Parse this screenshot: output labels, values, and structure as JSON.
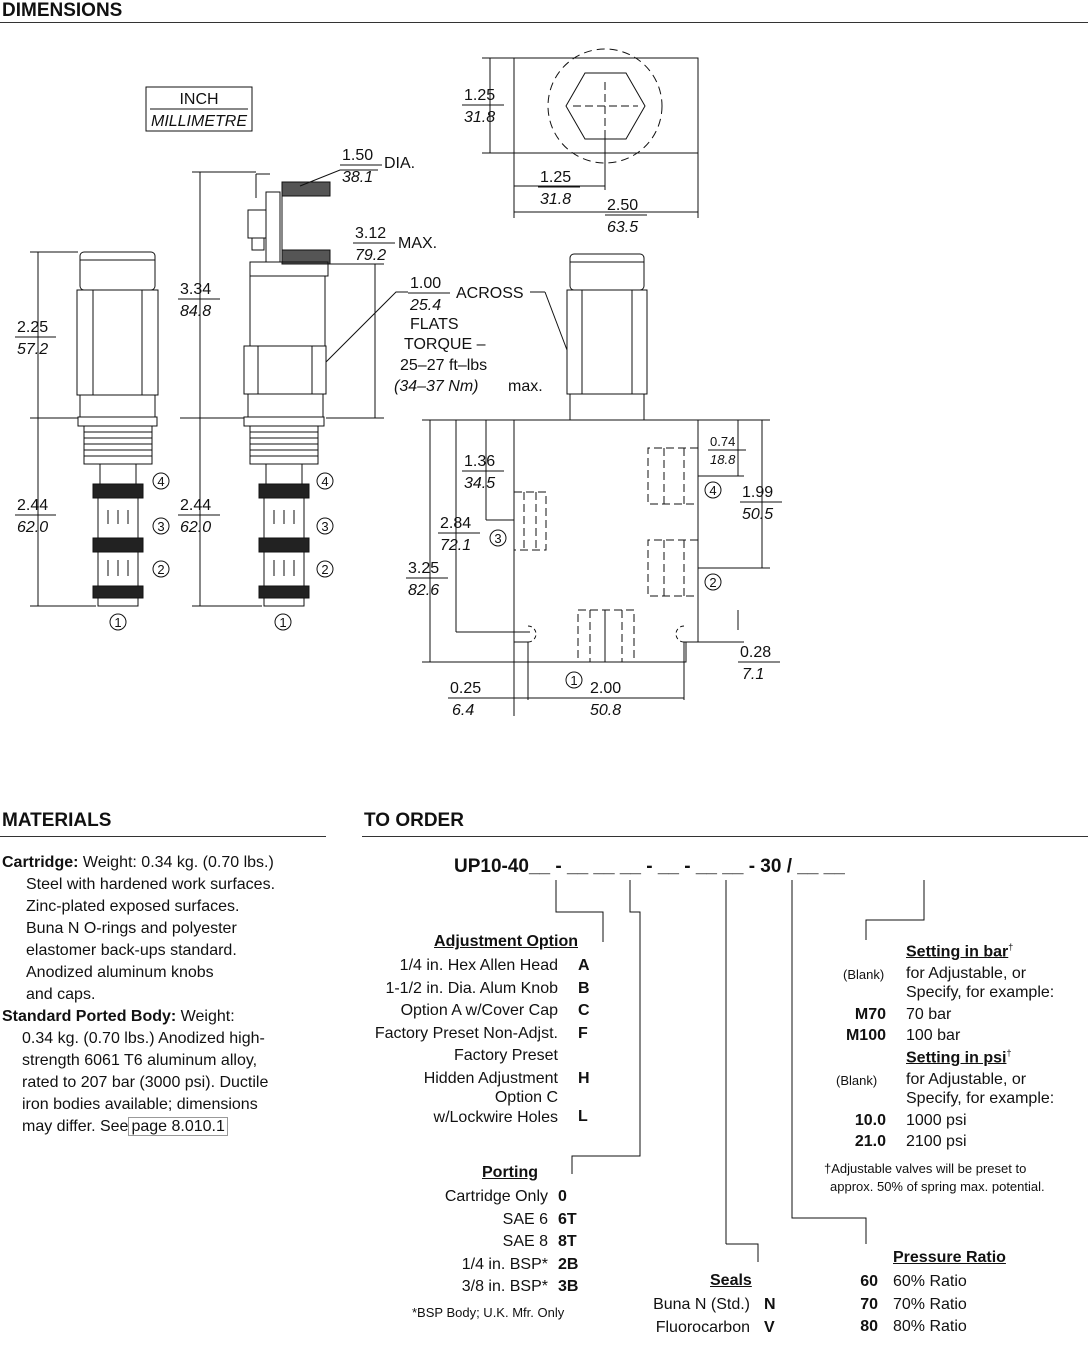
{
  "sections": {
    "dimensions": "DIMENSIONS",
    "materials": "MATERIALS",
    "to_order": "TO ORDER"
  },
  "units_box": {
    "top": "INCH",
    "bottom": "MILLIMETRE"
  },
  "drawing": {
    "d150": "1.50",
    "d381": "38.1",
    "dia": "DIA.",
    "d312": "3.12",
    "d792": "79.2",
    "max": "MAX.",
    "d334": "3.34",
    "d848": "84.8",
    "d225": "2.25",
    "d572": "57.2",
    "d244a": "2.44",
    "d620a": "62.0",
    "d244b": "2.44",
    "d620b": "62.0",
    "d100": "1.00",
    "d254": "25.4",
    "across": "ACROSS",
    "flats": "FLATS",
    "torque": "TORQUE –",
    "torque_val": "25–27 ft–lbs",
    "torque_nm": "(34–37 Nm)",
    "torque_max": "max.",
    "d125a": "1.25",
    "d318a": "31.8",
    "d125b": "1.25",
    "d318b": "31.8",
    "d250": "2.50",
    "d635": "63.5",
    "d136": "1.36",
    "d345": "34.5",
    "d284": "2.84",
    "d721": "72.1",
    "d325": "3.25",
    "d826": "82.6",
    "d074": "0.74",
    "d188": "18.8",
    "d199": "1.99",
    "d505": "50.5",
    "d028": "0.28",
    "d71": "7.1",
    "d025": "0.25",
    "d64": "6.4",
    "d200": "2.00",
    "d508": "50.8",
    "port1": "1",
    "port2": "2",
    "port3": "3",
    "port4": "4"
  },
  "materials": {
    "cartridge_label": "Cartridge:",
    "cartridge_l1": " Weight: 0.34 kg. (0.70 lbs.)",
    "cartridge_l2": "Steel with hardened work surfaces.",
    "cartridge_l3": "Zinc-plated exposed surfaces.",
    "cartridge_l4": "Buna N O-rings and polyester",
    "cartridge_l5": "elastomer back-ups standard.",
    "cartridge_l6": "Anodized aluminum knobs",
    "cartridge_l7": "and caps.",
    "body_label": "Standard Ported Body:",
    "body_l1": " Weight:",
    "body_l2": "0.34 kg. (0.70 lbs.) Anodized high-",
    "body_l3": "strength 6061 T6 aluminum alloy,",
    "body_l4": "rated to 207 bar (3000 psi). Ductile",
    "body_l5": "iron bodies available; dimensions",
    "body_l6": "may differ. See",
    "body_link": "page 8.010.1"
  },
  "order": {
    "model": "UP10-40__ - __ __ __ - __ - __ __ - 30 / __ __",
    "adjustment": {
      "heading": "Adjustment Option",
      "items": [
        {
          "label": "1/4 in. Hex Allen Head",
          "code": "A"
        },
        {
          "label": "1-1/2 in. Dia. Alum Knob",
          "code": "B"
        },
        {
          "label": "Option A w/Cover Cap",
          "code": "C"
        },
        {
          "label": "Factory Preset Non-Adjst.",
          "code": "F"
        },
        {
          "label": "Factory Preset",
          "label2": "Hidden Adjustment",
          "code": "H"
        },
        {
          "label": "Option C",
          "label2": "w/Lockwire Holes",
          "code": "L"
        }
      ]
    },
    "porting": {
      "heading": "Porting",
      "items": [
        {
          "label": "Cartridge Only",
          "code": "0"
        },
        {
          "label": "SAE 6",
          "code": "6T"
        },
        {
          "label": "SAE 8",
          "code": "8T"
        },
        {
          "label": "1/4 in. BSP*",
          "code": "2B"
        },
        {
          "label": "3/8 in. BSP*",
          "code": "3B"
        }
      ],
      "note": "*BSP Body; U.K. Mfr. Only"
    },
    "seals": {
      "heading": "Seals",
      "items": [
        {
          "label": "Buna N (Std.)",
          "code": "N"
        },
        {
          "label": "Fluorocarbon",
          "code": "V"
        }
      ]
    },
    "setting_bar": {
      "heading": "Setting in bar",
      "sup": "†",
      "blank": "(Blank)",
      "adj1": "for Adjustable, or",
      "adj2": "Specify, for example:",
      "items": [
        {
          "code": "M70",
          "label": "70 bar"
        },
        {
          "code": "M100",
          "label": "100 bar"
        }
      ]
    },
    "setting_psi": {
      "heading": "Setting in psi",
      "sup": "†",
      "blank": "(Blank)",
      "adj1": "for Adjustable, or",
      "adj2": "Specify, for example:",
      "items": [
        {
          "code": "10.0",
          "label": "1000 psi"
        },
        {
          "code": "21.0",
          "label": "2100 psi"
        }
      ]
    },
    "footnote1": "†Adjustable valves will be preset to",
    "footnote2": "approx. 50% of spring max. potential.",
    "pressure_ratio": {
      "heading": "Pressure Ratio",
      "items": [
        {
          "code": "60",
          "label": "60% Ratio"
        },
        {
          "code": "70",
          "label": "70% Ratio"
        },
        {
          "code": "80",
          "label": "80% Ratio"
        }
      ]
    }
  }
}
